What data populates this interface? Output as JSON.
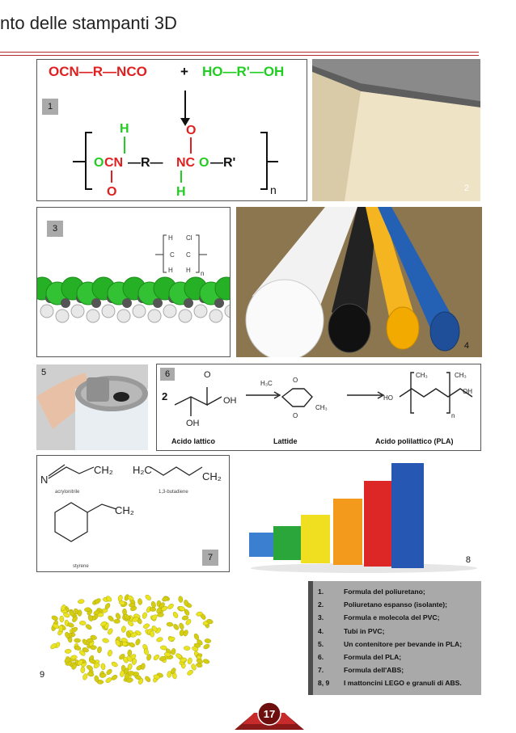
{
  "header": {
    "title": "nto delle stampanti 3D"
  },
  "panels": {
    "p1": {
      "tag": "1",
      "left": "OCN—R—NCO",
      "plus": "+",
      "right": "HO—R'—OH",
      "h": "H",
      "o": "O",
      "n": "n"
    },
    "p2": {
      "tag": "2"
    },
    "p3": {
      "tag": "3",
      "h": "H",
      "cl": "Cl",
      "c": "C",
      "n": "n"
    },
    "p4": {
      "tag": "4"
    },
    "p5": {
      "tag": "5"
    },
    "p6": {
      "tag": "6",
      "coef": "2",
      "label_lactic": "Acido lattico",
      "label_lactide": "Lattide",
      "label_pla": "Acido polilattico (PLA)"
    },
    "p7": {
      "tag": "7",
      "acrylonitrile": "acrylonitrile",
      "butadiene": "1,3-butadiene",
      "styrene": "styrene"
    },
    "p8": {
      "tag": "8"
    },
    "p9": {
      "tag": "9"
    }
  },
  "legend": [
    {
      "num": "1.",
      "text": "Formula del poliuretano;"
    },
    {
      "num": "2.",
      "text": "Poliuretano espanso (isolante);"
    },
    {
      "num": "3.",
      "text": "Formula e molecola del PVC;"
    },
    {
      "num": "4.",
      "text": "Tubi in PVC;"
    },
    {
      "num": "5.",
      "text": "Un contenitore per bevande in PLA;"
    },
    {
      "num": "6.",
      "text": "Formula del PLA;"
    },
    {
      "num": "7.",
      "text": "Formula dell'ABS;"
    },
    {
      "num": "8, 9",
      "text": "I mattoncini LEGO e granuli di ABS."
    }
  ],
  "footer": {
    "page": "17"
  },
  "colors": {
    "accent": "#b32a2a",
    "formula_red": "#e02020",
    "formula_green": "#22cc22"
  }
}
